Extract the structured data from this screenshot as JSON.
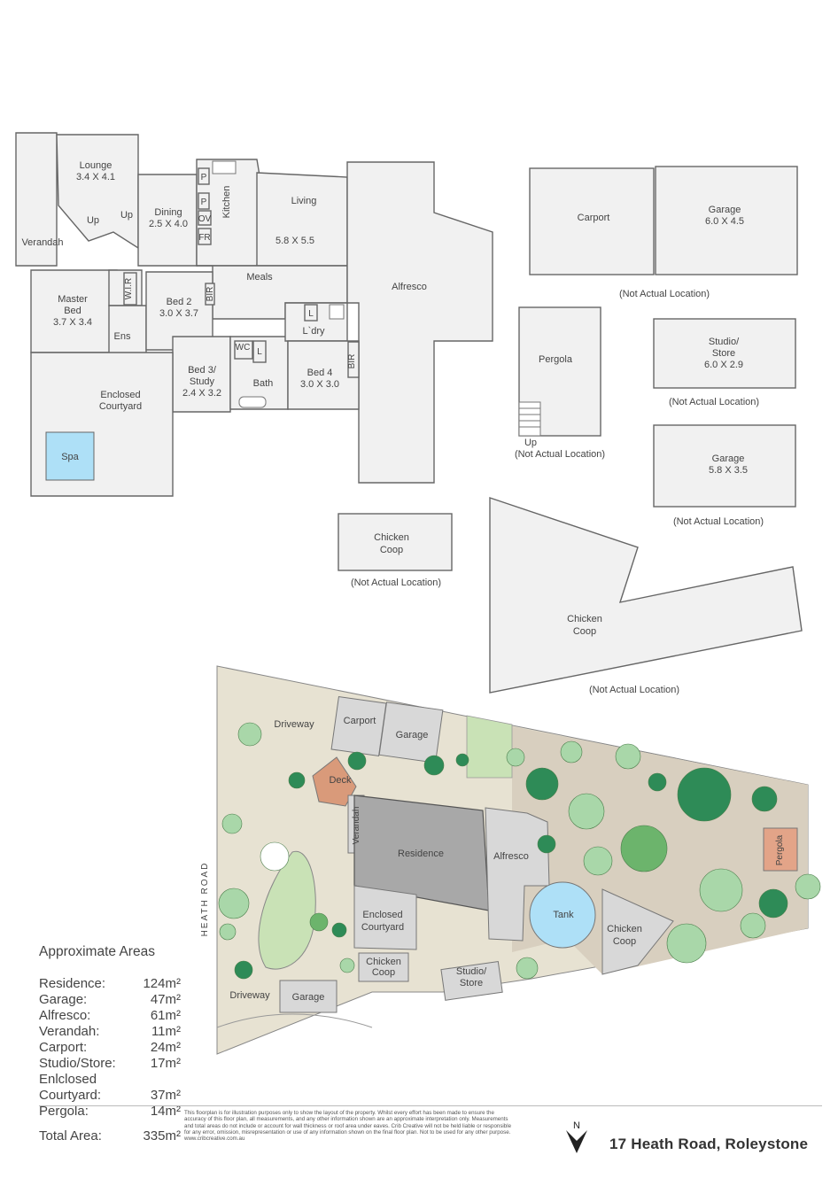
{
  "floorplan": {
    "rooms": {
      "lounge": "Lounge",
      "lounge_dim": "3.4 X 4.1",
      "dining": "Dining",
      "dining_dim": "2.5 X 4.0",
      "kitchen": "Kitchen",
      "living": "Living",
      "living_dim": "5.8 X 5.5",
      "meals": "Meals",
      "alfresco": "Alfresco",
      "verandah": "Verandah",
      "up1": "Up",
      "up2": "Up",
      "master": "Master",
      "master2": "Bed",
      "master_dim": "3.7 X 3.4",
      "wir": "W.I.R",
      "ens": "Ens",
      "bed2": "Bed 2",
      "bed2_dim": "3.0 X 3.7",
      "bir": "BIR",
      "bed3": "Bed 3/",
      "bed3b": "Study",
      "bed3_dim": "2.4 X 3.2",
      "wc": "WC",
      "l": "L",
      "bath": "Bath",
      "ldry": "L`dry",
      "bed4": "Bed 4",
      "bed4_dim": "3.0 X 3.0",
      "enclosed": "Enclosed",
      "courtyard": "Courtyard",
      "spa": "Spa",
      "p": "P",
      "ov": "OV",
      "fr": "FR"
    },
    "outbuildings": {
      "carport": "Carport",
      "garage1": "Garage",
      "garage1_dim": "6.0 X 4.5",
      "not_actual": "(Not Actual Location)",
      "pergola": "Pergola",
      "pergola_up": "Up",
      "studio": "Studio/",
      "studio2": "Store",
      "studio_dim": "6.0 X 2.9",
      "garage2": "Garage",
      "garage2_dim": "5.8 X 3.5",
      "chicken": "Chicken",
      "coop": "Coop"
    }
  },
  "site": {
    "driveway": "Driveway",
    "carport": "Carport",
    "garage": "Garage",
    "deck": "Deck",
    "verandah": "Verandah",
    "residence": "Residence",
    "alfresco": "Alfresco",
    "tank": "Tank",
    "chicken": "Chicken",
    "coop": "Coop",
    "pergola": "Pergola",
    "enclosed": "Enclosed",
    "courtyard": "Courtyard",
    "studio": "Studio/",
    "store": "Store",
    "road": "HEATH ROAD"
  },
  "areas": {
    "heading": "Approximate Areas",
    "rows": [
      {
        "label": "Residence:",
        "value": "124m²"
      },
      {
        "label": "Garage:",
        "value": "47m²"
      },
      {
        "label": "Alfresco:",
        "value": "61m²"
      },
      {
        "label": "Verandah:",
        "value": "11m²"
      },
      {
        "label": "Carport:",
        "value": "24m²"
      },
      {
        "label": "Studio/Store:",
        "value": "17m²"
      }
    ],
    "courtyard_label1": "Enlclosed",
    "courtyard_label2": "Courtyard:",
    "courtyard_value": "37m²",
    "pergola_label": "Pergola:",
    "pergola_value": "14m²",
    "total_label": "Total Area:",
    "total_value": "335m²"
  },
  "disclaimer": "This floorplan is for illustration purposes only to show the layout of the property. Whilst every effort has been made to ensure the accuracy of this floor plan, all measurements, and any other information shown are an approximate interpretation only. Measurements and total areas do not include or account for wall thickness or roof area under eaves. Crib Creative will not be held liable or responsible for any error, omission, misrepresentation or use of any information shown on the final floor plan. Not to be used for any other purpose.",
  "website": "www.cribcreative.com.au",
  "north": "N",
  "address": "17 Heath Road, Roleystone",
  "colors": {
    "deck": "#d99a7a",
    "pergola": "#e3a488",
    "tank": "#aee0f7",
    "residence": "#a8a8a8",
    "lawn": "#c9e2b6",
    "ground": "#e7e2d2",
    "yard": "#d8cfbf"
  }
}
